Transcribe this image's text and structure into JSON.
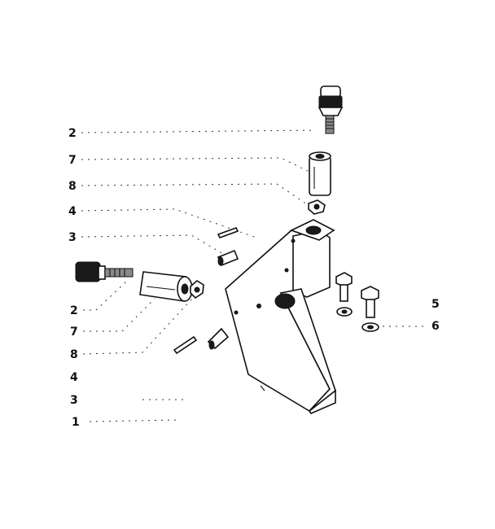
{
  "callouts": {
    "c2_top": "2",
    "c7_top": "7",
    "c8_top": "8",
    "c4_top": "4",
    "c3_top": "3",
    "c2_left": "2",
    "c7_left": "7",
    "c8_left": "8",
    "c4_left": "4",
    "c3_left": "3",
    "c1": "1",
    "c5": "5",
    "c6": "6"
  }
}
